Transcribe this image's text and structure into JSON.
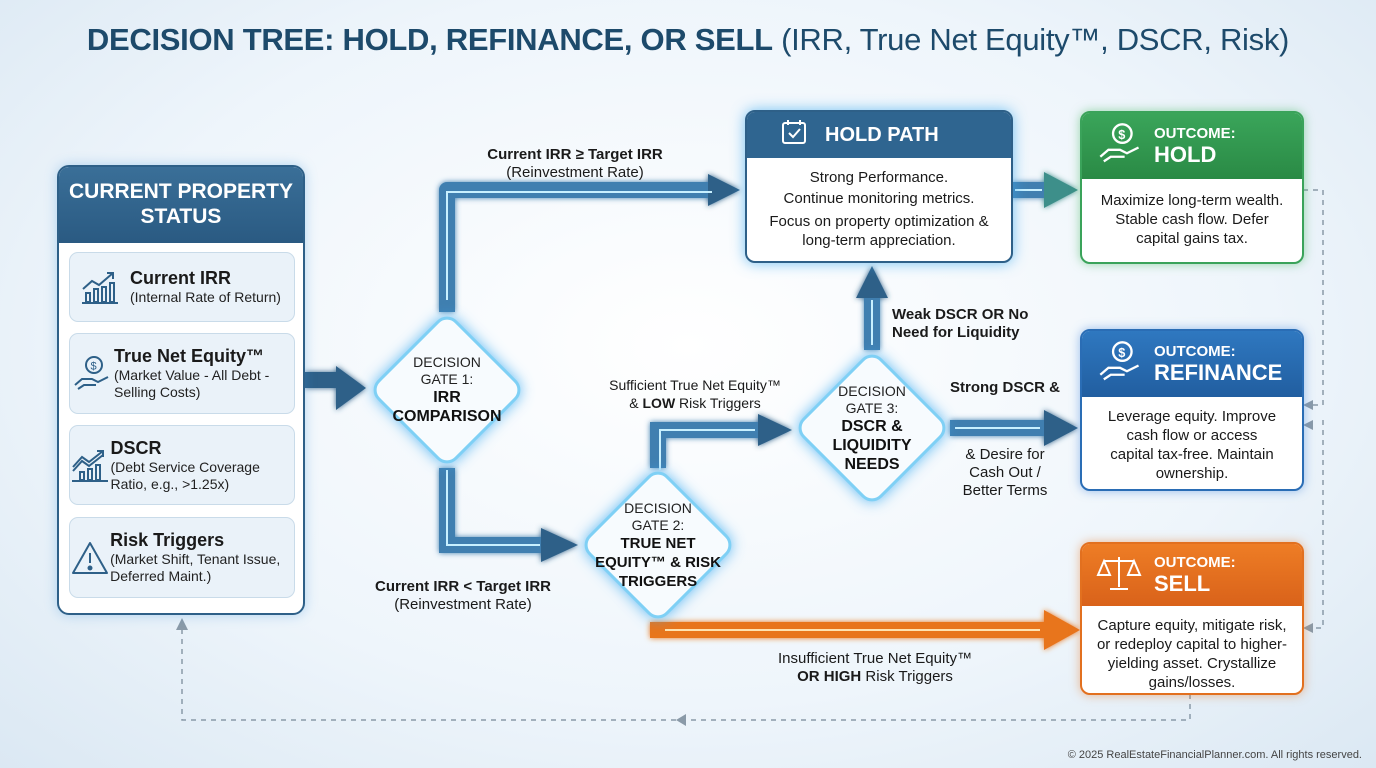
{
  "title": {
    "bold": "DECISION TREE: HOLD, REFINANCE, OR SELL",
    "rest": " (IRR, True Net Equity™, DSCR, Risk)"
  },
  "status_panel": {
    "title": "CURRENT PROPERTY STATUS",
    "items": [
      {
        "icon": "chart-growth-icon",
        "title": "Current IRR",
        "desc": "(Internal Rate of Return)"
      },
      {
        "icon": "hand-dollar-icon",
        "title": "True Net Equity™",
        "desc": "(Market Value - All Debt - Selling Costs)"
      },
      {
        "icon": "chart-trend-icon",
        "title": "DSCR",
        "desc": "(Debt Service Coverage Ratio, e.g., >1.25x)"
      },
      {
        "icon": "warning-icon",
        "title": "Risk Triggers",
        "desc": "(Market Shift, Tenant Issue, Deferred Maint.)"
      }
    ]
  },
  "gates": [
    {
      "pre": "DECISION GATE 1:",
      "main": "IRR COMPARISON"
    },
    {
      "pre": "DECISION GATE 2:",
      "main": "TRUE NET EQUITY™ & RISK TRIGGERS"
    },
    {
      "pre": "DECISION GATE 3:",
      "main": "DSCR & LIQUIDITY NEEDS"
    }
  ],
  "labels": {
    "irr_high": {
      "bold": "Current IRR ≥ Target IRR",
      "sub": "(Reinvestment Rate)"
    },
    "irr_low": {
      "bold": "Current IRR < Target IRR",
      "sub": "(Reinvestment Rate)"
    },
    "sufficient": {
      "line1": "Sufficient True Net Equity™",
      "amp": "& ",
      "low": "LOW",
      "rest": " Risk Triggers"
    },
    "weak": "Weak DSCR OR No Need for Liquidity",
    "strong": "Strong DSCR &",
    "desire": "& Desire for Cash Out / Better Terms",
    "insufficient": {
      "line1": "Insufficient True Net Equity™",
      "high": "OR HIGH",
      "rest": " Risk Triggers"
    }
  },
  "hold_path": {
    "title": "HOLD PATH",
    "icon": "calendar-check-icon",
    "body": [
      "Strong Performance.",
      "Continue monitoring metrics.",
      "Focus on property optimization & long-term appreciation."
    ]
  },
  "outcomes": [
    {
      "kicker": "OUTCOME:",
      "title": "HOLD",
      "icon": "hand-dollar-icon",
      "color": "#2f9a4e",
      "body": "Maximize long-term wealth. Stable cash flow. Defer capital gains tax."
    },
    {
      "kicker": "OUTCOME:",
      "title": "REFINANCE",
      "icon": "hand-dollar-icon",
      "color": "#2a6db5",
      "body": "Leverage equity. Improve cash flow or access capital tax-free. Maintain ownership."
    },
    {
      "kicker": "OUTCOME:",
      "title": "SELL",
      "icon": "scale-icon",
      "color": "#e2701f",
      "body": "Capture equity, mitigate risk, or redeploy capital to higher-yielding asset. Crystallize gains/losses."
    }
  ],
  "footer": "© 2025 RealEstateFinancialPlanner.com. All rights reserved."
}
